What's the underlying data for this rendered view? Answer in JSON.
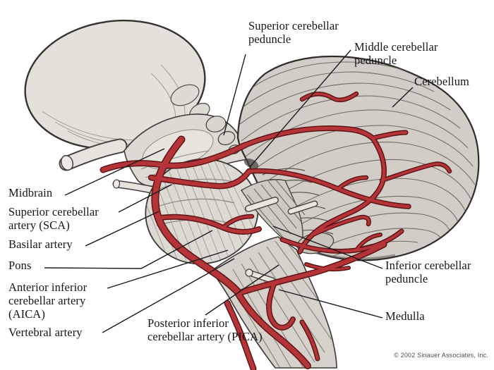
{
  "figure": {
    "labels": {
      "superior_cerebellar_peduncle": "Superior cerebellar\npeduncle",
      "middle_cerebellar_peduncle": "Middle cerebellar\npeduncle",
      "cerebellum": "Cerebellum",
      "inferior_cerebellar_peduncle": "Inferior cerebellar\npeduncle",
      "medulla": "Medulla",
      "midbrain": "Midbrain",
      "superior_cerebellar_artery": "Superior cerebellar\nartery (SCA)",
      "basilar_artery": "Basilar artery",
      "pons": "Pons",
      "anterior_inferior_cerebellar_artery": "Anterior inferior\ncerebellar artery\n(AICA)",
      "vertebral_artery": "Vertebral artery",
      "posterior_inferior_cerebellar_artery": "Posterior inferior\ncerebellar artery (PICA)"
    },
    "copyright": "© 2002 Sinauer Associates, Inc.",
    "colors": {
      "artery": "#b43437",
      "artery_outline": "#5e1416",
      "brain_fill": "#dcd8d2",
      "outline": "#35332f",
      "leader_line": "#1b1b1b",
      "label_text": "#161616",
      "background": "#ffffff"
    }
  }
}
